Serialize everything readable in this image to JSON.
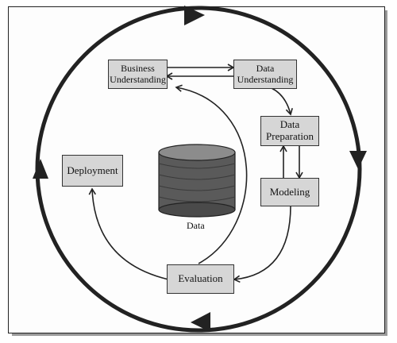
{
  "diagram": {
    "phases": {
      "business_understanding": [
        "Business",
        "Understanding"
      ],
      "data_understanding": [
        "Data",
        "Understanding"
      ],
      "data_preparation": [
        "Data",
        "Preparation"
      ],
      "modeling": "Modeling",
      "evaluation": "Evaluation",
      "deployment": "Deployment"
    },
    "center_label": "Data"
  },
  "colors": {
    "box_fill": "#d6d6d6",
    "stroke": "#222222",
    "cylinder": "#5a5a5a"
  }
}
